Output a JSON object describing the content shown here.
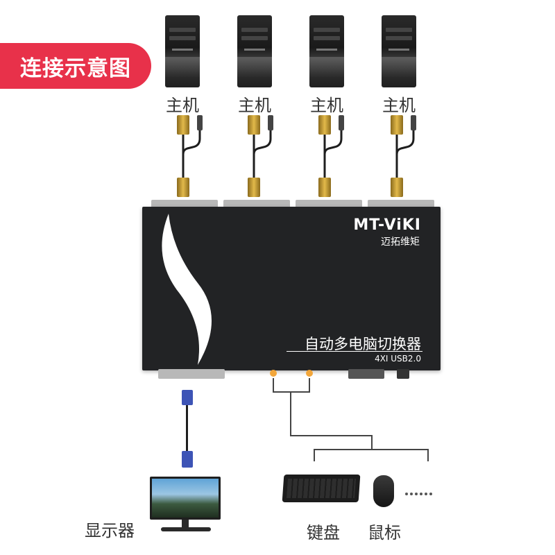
{
  "title": "连接示意图",
  "hosts": [
    {
      "label": "主机"
    },
    {
      "label": "主机"
    },
    {
      "label": "主机"
    },
    {
      "label": "主机"
    }
  ],
  "switch": {
    "brand": "MT-ViKI",
    "brand_cn": "迈拓维矩",
    "model": "自动多电脑切换器",
    "spec": "4XI USB2.0"
  },
  "devices": {
    "monitor": "显示器",
    "keyboard": "键盘",
    "mouse": "鼠标"
  },
  "colors": {
    "badge": "#e8314a",
    "port_indicator": "#f2a63a"
  }
}
